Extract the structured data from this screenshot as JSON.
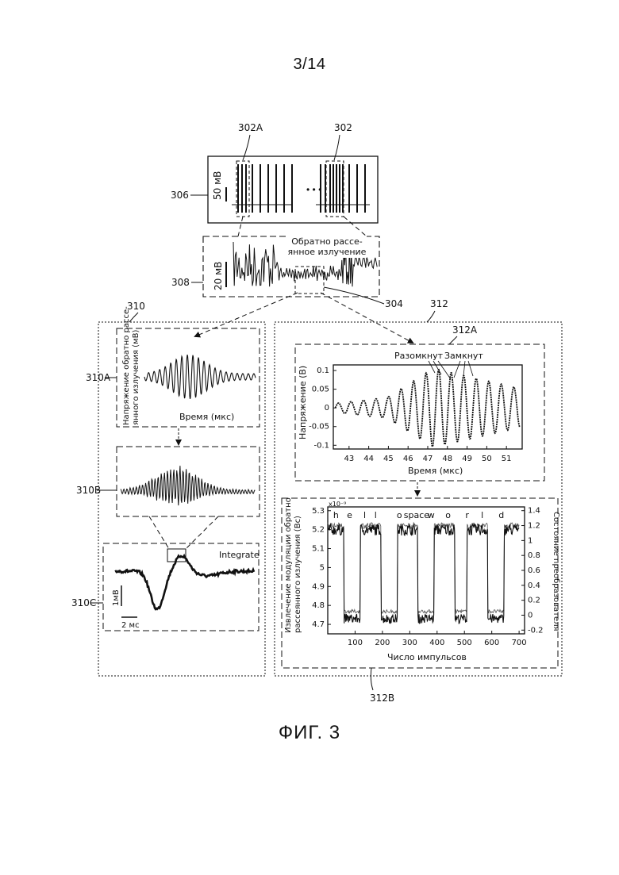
{
  "page": {
    "sheet_number": "3/14",
    "figure_caption": "ФИГ. 3"
  },
  "refs": {
    "r302A": "302A",
    "r302": "302",
    "r306": "306",
    "r308": "308",
    "r304": "304",
    "r310": "310",
    "r312": "312",
    "r310A": "310A",
    "r310B": "310B",
    "r310C": "310C",
    "r312A": "312A",
    "r312B": "312B"
  },
  "panel_306": {
    "scale": "50 мВ",
    "ellipsis": "• • •"
  },
  "panel_308": {
    "scale": "20 мВ",
    "annotation_l1": "Обратно рассе-",
    "annotation_l2": "янное излучение"
  },
  "panel_310A": {
    "ylabel_l1": "Напряжение обратно рассе-",
    "ylabel_l2": "янного излучения (мВ)",
    "xlabel": "Время (мкс)"
  },
  "panel_310C": {
    "label": "Integrate",
    "scale_v": "1мВ",
    "scale_t": "2 мс"
  },
  "chart_312A": {
    "type": "line",
    "ylabel": "Напряжение (В)",
    "xlabel": "Время (мкс)",
    "xlim": [
      42.2,
      51.8
    ],
    "ylim": [
      -0.11,
      0.115
    ],
    "xticks": [
      "43",
      "44",
      "45",
      "46",
      "47",
      "48",
      "49",
      "50",
      "51"
    ],
    "yticks": [
      "0.1",
      "0.05",
      "0",
      "-0.05",
      "-0.1"
    ],
    "annotation_open": "Разомкнут",
    "annotation_closed": "Замкнут"
  },
  "chart_312B": {
    "type": "line",
    "ylabel_l1": "Извлечение модуляции обратно",
    "ylabel_l2": "рассеянного излучения (Вс)",
    "y2label": "Состояние преобразователя",
    "xlabel": "Число импульсов",
    "exponent": "x10⁻⁹",
    "xlim": [
      0,
      720
    ],
    "ylim": [
      4.65,
      5.32
    ],
    "xticks": [
      "100",
      "200",
      "300",
      "400",
      "500",
      "600",
      "700"
    ],
    "yticks": [
      "5.3",
      "5.2",
      "5.1",
      "5",
      "4.9",
      "4.8",
      "4.7"
    ],
    "y2ticks": [
      "1.4",
      "1.2",
      "1",
      "0.8",
      "0.6",
      "0.4",
      "0.2",
      "0",
      "-0.2"
    ],
    "letters": [
      "h",
      "e",
      "l",
      "l",
      "o",
      "space",
      "w",
      "o",
      "r",
      "l",
      "d"
    ]
  }
}
